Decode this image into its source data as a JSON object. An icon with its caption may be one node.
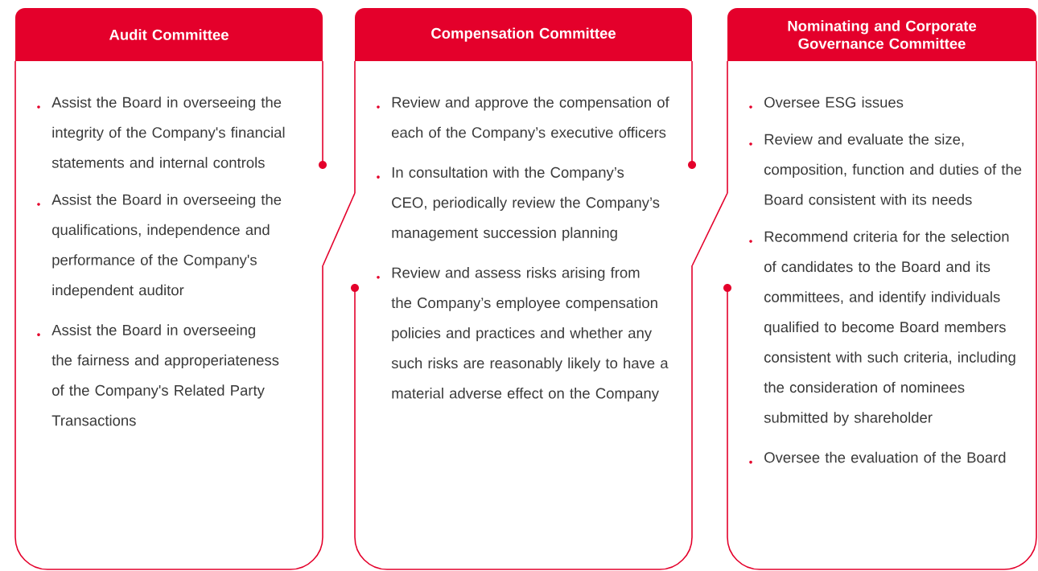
{
  "diagram": {
    "nodes": [
      {
        "text": [
          "Audit Committee",
          "Assist the Board in overseeing the integrity of the Company's financial statements and internal controls",
          "Assist the Board in overseeing the qualifications, independence and performance of the Company's independent auditor",
          "Assist the Board in overseeing the fairness and approperiateness of the Company's Related Party Transactions"
        ]
      },
      {
        "text": [
          "Compensation Committee",
          "Review and approve the compensation of each of the Company’s executive officers",
          "In consultation with the Company’s CEO, periodically review the Company’s management succession planning",
          "Review and assess risks arising from the Company’s employee compensation policies and practices and whether any such risks are reasonably likely to have a material adverse effect on the Company"
        ]
      },
      {
        "text": [
          "Nominating and Corporate Governance Committee",
          "Oversee ESG issues",
          "Review and evaluate the size, composition, function and duties of the Board consistent with its needs",
          "Recommend criteria for the selection of candidates to the Board and its committees, and identify individuals qualified to become Board members consistent with such criteria, including the consideration of nominees submitted by shareholder",
          "Oversee the evaluation of the Board"
        ]
      }
    ],
    "edges": [
      {
        "from": 0,
        "to": 1,
        "arrow": "none"
      },
      {
        "from": 1,
        "to": 2,
        "arrow": "none"
      }
    ]
  }
}
